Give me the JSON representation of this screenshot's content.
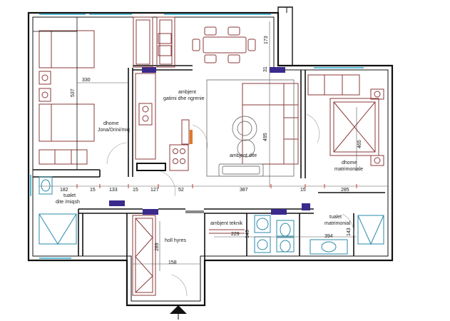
{
  "rooms": {
    "bedroom_children": [
      "dhome",
      "Jona/Drini/miq"
    ],
    "kitchen": [
      "ambjent",
      "gatimi dhe ngrenie"
    ],
    "living": "ambjent dite",
    "master_bedroom": [
      "dhome",
      "matrimoniale"
    ],
    "bath_left": [
      "tualet",
      "dite /miqsh"
    ],
    "technical": "ambjent teknik",
    "bath_master": [
      "tualet",
      "matrimonial"
    ],
    "hall": "holl hyres"
  },
  "dimensions": {
    "d330": "330",
    "d537": "537",
    "d173": "173",
    "d31": "31",
    "d495": "495",
    "d465": "465",
    "d182": "182",
    "d15a": "15",
    "d133": "133",
    "d15b": "15",
    "d127": "127",
    "d52": "52",
    "d387": "387",
    "d15c": "15",
    "d285": "285",
    "d229": "229",
    "d143a": "143",
    "d394": "394",
    "d143b": "143",
    "d289": "289",
    "d158": "158"
  },
  "colors": {
    "wall": "#111111",
    "furniture": "#8b3a3a",
    "window": "#5bbcd6",
    "door": "#3a2a8c",
    "fixture": "#2a8aa8",
    "dimension": "#c23a3a",
    "grey": "#777777"
  },
  "icons": {
    "entrance": "north-triangle-icon"
  }
}
